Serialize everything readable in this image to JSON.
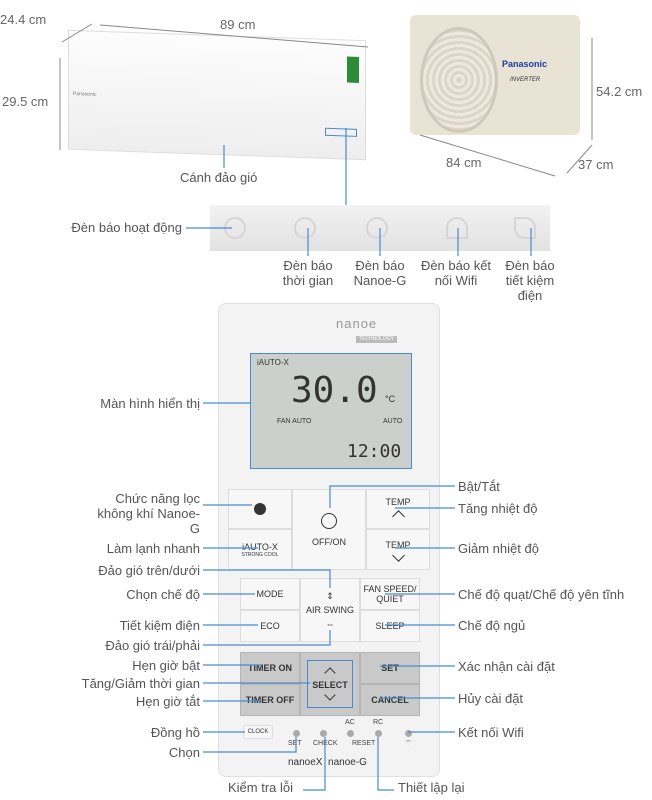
{
  "dimensions": {
    "indoor_depth": "24.4 cm",
    "indoor_width": "89 cm",
    "indoor_height": "29.5 cm",
    "outdoor_height": "54.2 cm",
    "outdoor_width": "84 cm",
    "outdoor_depth": "37 cm"
  },
  "indoor": {
    "brand": "Panasonic",
    "label_vane": "Cánh đảo gió"
  },
  "outdoor": {
    "brand": "Panasonic",
    "inverter": "INVERTER"
  },
  "indicators": {
    "operation": "Đèn báo hoạt động",
    "timer": "Đèn báo thời gian",
    "nanoe": "Đèn báo Nanoe-G",
    "wifi": "Đèn báo kết nối Wifi",
    "eco": "Đèn báo tiết kiệm điện"
  },
  "remote": {
    "logo": "nanoe",
    "logo_sub": "TECHNOLOGY",
    "lcd": {
      "mode": "iAUTO-X",
      "temp": "30.0",
      "unit": "°C",
      "fan": "FAN AUTO",
      "swing": "AUTO",
      "time": "12:00"
    },
    "buttons": {
      "off_on": "OFF/ON",
      "temp": "TEMP",
      "iauto": "iAUTO-X",
      "strong_cool": "STRONG COOL",
      "mode": "MODE",
      "air_swing": "AIR SWING",
      "fan_speed": "FAN SPEED/ QUIET",
      "eco": "ECO",
      "sleep": "SLEEP",
      "timer_on": "TIMER ON",
      "timer_off": "TIMER OFF",
      "select": "SELECT",
      "set": "SET",
      "cancel": "CANCEL",
      "clock": "CLOCK",
      "set_small": "SET",
      "check": "CHECK",
      "ac": "AC",
      "rc": "RC",
      "reset": "RESET"
    },
    "footer": "nanoeX  nanoe-G"
  },
  "labels_left": {
    "screen": "Màn hình hiển thị",
    "nanoe": "Chức năng lọc không khí Nanoe-G",
    "quick_cool": "Làm lạnh nhanh",
    "swing_ud": "Đảo gió trên/dưới",
    "mode": "Chọn chế độ",
    "eco": "Tiết kiệm điện",
    "swing_lr": "Đảo gió trái/phải",
    "timer_on": "Hẹn giờ bật",
    "adjust": "Tăng/Giảm thời gian",
    "timer_off": "Hẹn giờ tắt",
    "clock": "Đồng hồ",
    "select": "Chọn"
  },
  "labels_right": {
    "power": "Bật/Tắt",
    "temp_up": "Tăng nhiệt độ",
    "temp_down": "Giảm nhiệt độ",
    "fan": "Chế độ quạt/Chế độ yên tĩnh",
    "sleep": "Chế độ ngủ",
    "set": "Xác nhận cài đặt",
    "cancel": "Hủy cài đặt",
    "wifi": "Kết nối Wifi"
  },
  "labels_bottom": {
    "check": "Kiểm tra lỗi",
    "reset": "Thiết lập lại"
  },
  "colors": {
    "leader_line": "#4a8ad0"
  }
}
